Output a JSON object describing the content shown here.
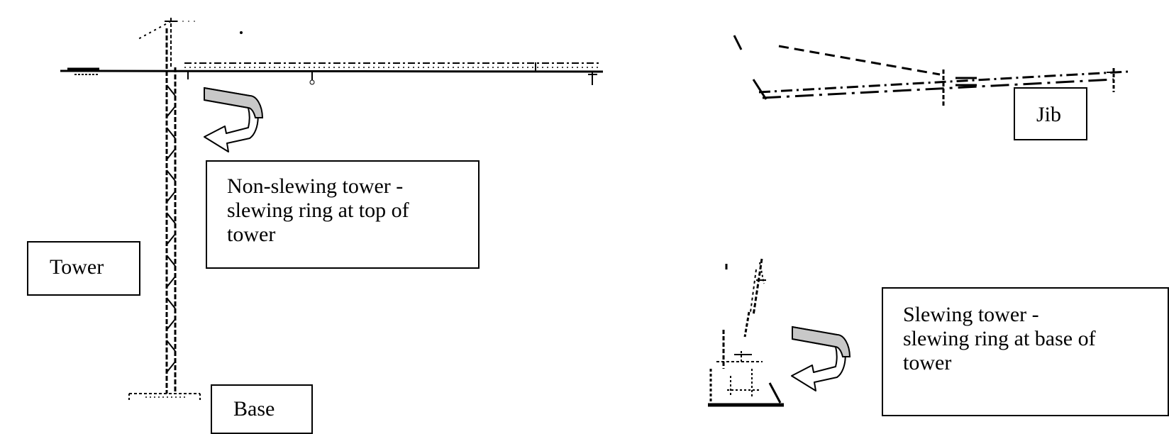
{
  "labels": {
    "tower": "Tower",
    "base": "Base",
    "jib": "Jib",
    "non_slewing": [
      "Non-slewing tower -",
      "slewing ring at top of",
      "tower"
    ],
    "slewing": [
      "Slewing tower -",
      "slewing ring at base of",
      "tower"
    ]
  },
  "colors": {
    "line": "#000000",
    "arrow_fill": "#c8c8c8",
    "background": "#ffffff"
  }
}
